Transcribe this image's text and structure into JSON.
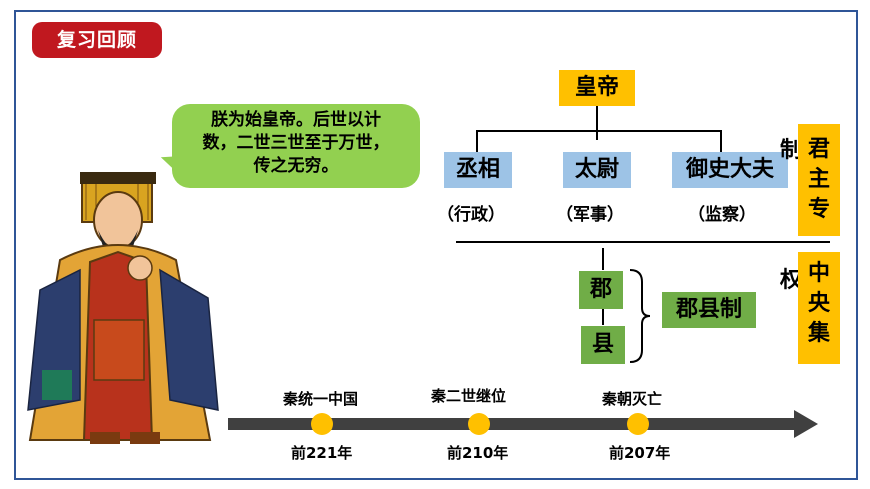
{
  "badge": {
    "label": "复习回顾"
  },
  "speech": {
    "line1": "朕为始皇帝。后世以计",
    "line2": "数，二世三世至于万世，",
    "line3": "传之无穷。"
  },
  "chart": {
    "emperor": "皇帝",
    "officials": [
      {
        "title": "丞相",
        "role": "（行政）"
      },
      {
        "title": "太尉",
        "role": "（军事）"
      },
      {
        "title": "御史大夫",
        "role": "（监察）"
      }
    ],
    "local": {
      "commandery": "郡",
      "county": "县",
      "system": "郡县制"
    },
    "side_chars": {
      "top": "制",
      "bottom": "权"
    },
    "autocracy": [
      "君",
      "主",
      "专"
    ],
    "centralization": [
      "中",
      "央",
      "集"
    ]
  },
  "timeline": {
    "events": [
      {
        "label": "秦统一中国",
        "year": "前221年"
      },
      {
        "label": "秦二世继位",
        "year": "前210年"
      },
      {
        "label": "秦朝灭亡",
        "year": "前207年"
      }
    ]
  },
  "colors": {
    "badge": "#c0181f",
    "bubble": "#92d050",
    "yellow": "#ffc000",
    "blue": "#9dc3e6",
    "green": "#70ad47",
    "timeline": "#404040"
  }
}
